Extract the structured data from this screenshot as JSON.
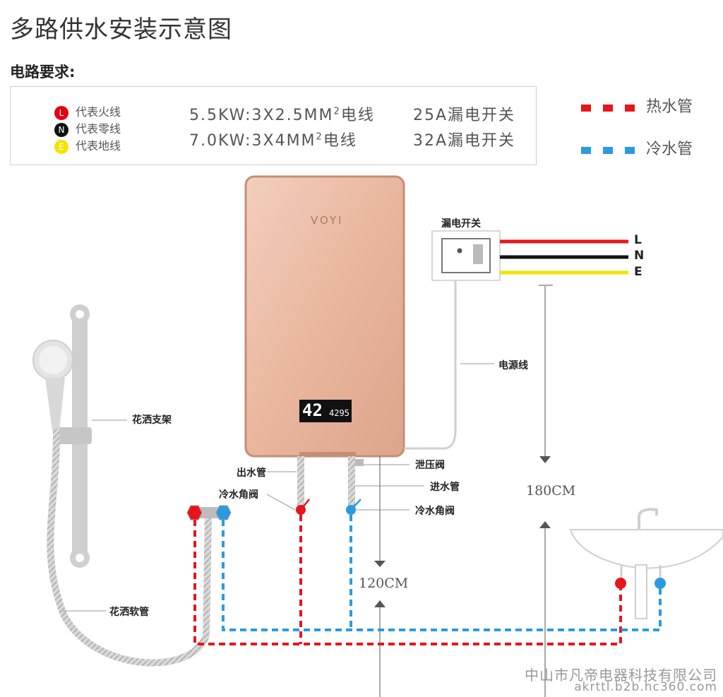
{
  "title": "多路供水安装示意图",
  "circuit_requirements": {
    "heading": "电路要求:",
    "wires": [
      {
        "badge": "L",
        "label": "代表火线",
        "color": "#e60012"
      },
      {
        "badge": "N",
        "label": "代表零线",
        "color": "#111111"
      },
      {
        "badge": "E",
        "label": "代表地线",
        "color": "#f4e400"
      }
    ],
    "specs": [
      {
        "power": "5.5KW:3X2.5MM",
        "power_unit_after": "电线",
        "switch": "25A漏电开关"
      },
      {
        "power": "7.0KW:3X4MM",
        "power_unit_after": "电线",
        "switch": "32A漏电开关"
      }
    ],
    "superscript": "2"
  },
  "legend": {
    "hot": {
      "label": "热水管",
      "color": "#e8141b"
    },
    "cold": {
      "label": "冷水管",
      "color": "#2a9be0"
    }
  },
  "heater": {
    "brand": "VOYl",
    "display_temp": "42",
    "display_small": "4295"
  },
  "breaker": {
    "label": "漏电开关",
    "terminals": [
      "L",
      "N",
      "E"
    ]
  },
  "labels": {
    "power_cord": "电源线",
    "shower_bracket": "花洒支架",
    "outlet_pipe": "出水管",
    "cold_angle_valve_left": "冷水角阀",
    "relief_valve": "泄压阀",
    "inlet_pipe": "进水管",
    "cold_angle_valve_right": "冷水角阀",
    "shower_hose": "花洒软管"
  },
  "measurements": {
    "height_120": "120CM",
    "height_180": "180CM"
  },
  "watermark": {
    "company": "中山市凡帝电器科技有限公司",
    "website": "akrttl.b2b.hc360.com"
  }
}
